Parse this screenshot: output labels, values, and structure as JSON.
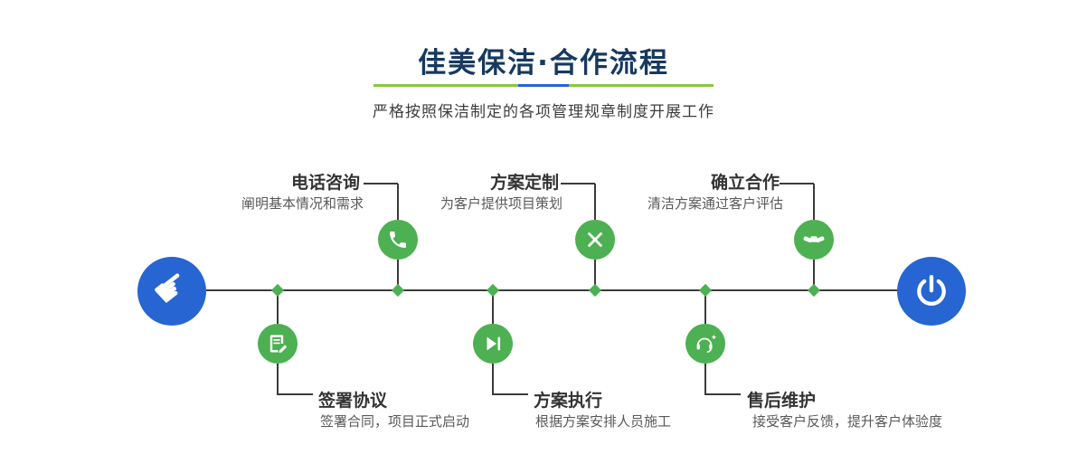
{
  "header": {
    "title": "佳美保洁·合作流程",
    "subtitle": "严格按照保洁制定的各项管理规章制度开展工作"
  },
  "timeline": {
    "start_glyph": "☛",
    "start_icon": "pointing-hand-icon",
    "end_icon": "power-icon",
    "steps_top": [
      {
        "title": "电话咨询",
        "desc": "阐明基本情况和需求",
        "icon": "phone-icon"
      },
      {
        "title": "方案定制",
        "desc": "为客户提供项目策划",
        "icon": "design-icon"
      },
      {
        "title": "确立合作",
        "desc": "清洁方案通过客户评估",
        "icon": "handshake-icon"
      }
    ],
    "steps_bottom": [
      {
        "title": "签署协议",
        "desc": "签署合同，项目正式启动",
        "icon": "contract-icon"
      },
      {
        "title": "方案执行",
        "desc": "根据方案安排人员施工",
        "icon": "execute-icon"
      },
      {
        "title": "售后维护",
        "desc": "接受客户反馈，提升客户体验度",
        "icon": "support-icon"
      }
    ]
  },
  "colors": {
    "green": "#4db052",
    "blue": "#2665d2",
    "navy": "#17395f",
    "underline_green": "#8cc63f"
  }
}
